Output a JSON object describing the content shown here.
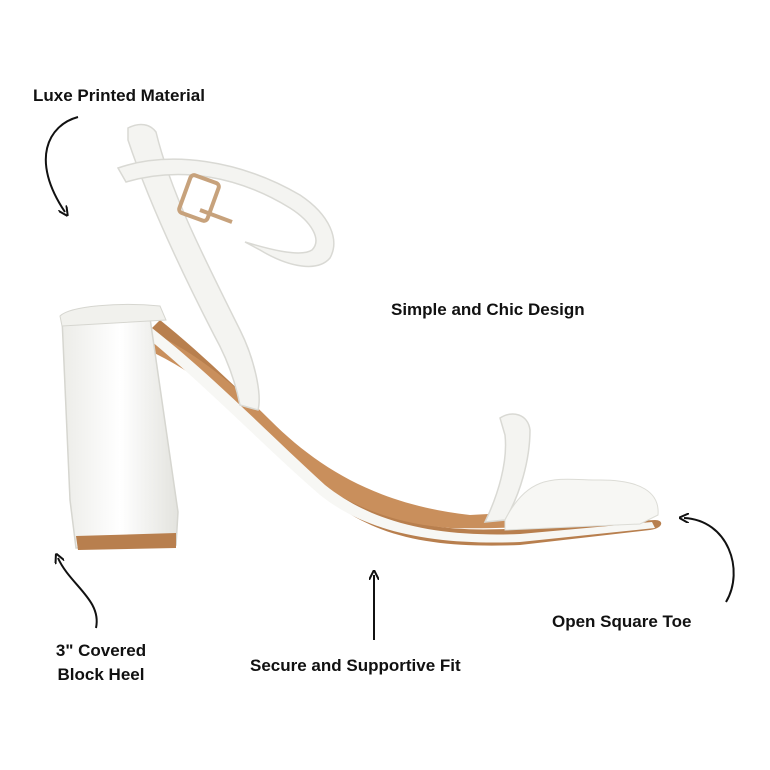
{
  "labels": {
    "material": "Luxe Printed Material",
    "design": "Simple and Chic Design",
    "heel_line1": "3\" Covered",
    "heel_line2": "Block Heel",
    "fit": "Secure and Supportive Fit",
    "toe": "Open Square Toe"
  },
  "colors": {
    "background": "#ffffff",
    "text": "#111111",
    "shoe_white": "#f4f4f1",
    "shoe_shadow": "#d9d9d4",
    "insole_tan": "#c98f5c",
    "sole_tan": "#b87f4e",
    "buckle": "#c7a27c"
  },
  "icons": [
    "curved-arrow-icon",
    "straight-arrow-icon",
    "sandal-illustration",
    "buckle-icon"
  ]
}
